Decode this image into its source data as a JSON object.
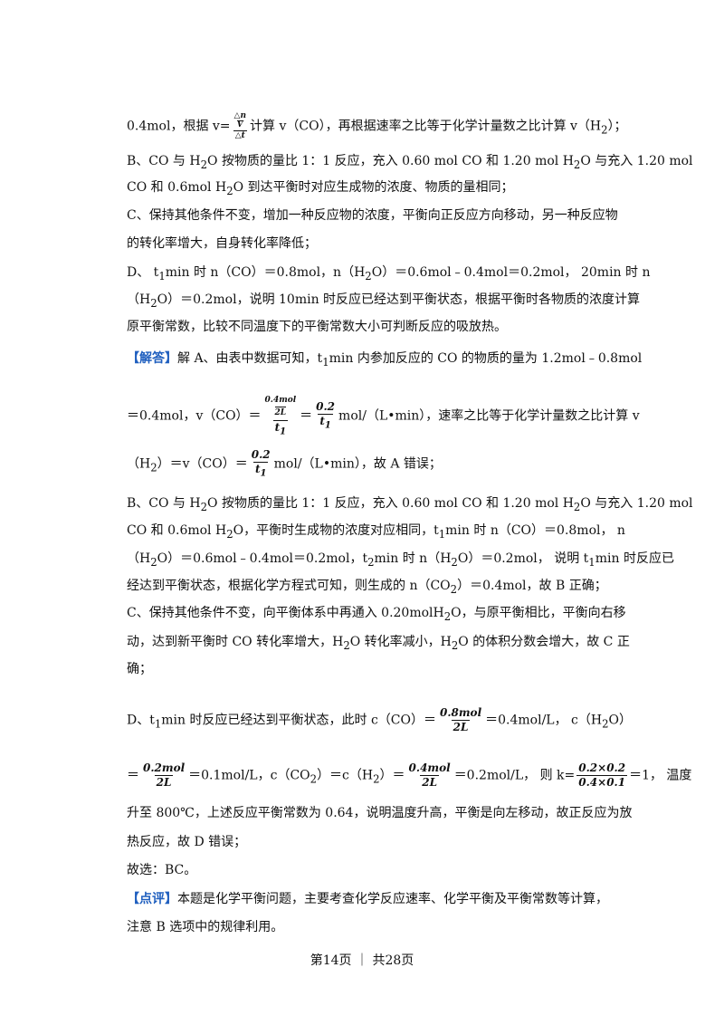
{
  "analysis": {
    "l1": {
      "a": "0.4mol，根据 v=",
      "f_num_top": "△n",
      "f_num_bot": "V",
      "f_den": "△t",
      "b": "计算 v（CO），再根据速率之比等于化学计量数之比计算 v（H",
      "sub": "2",
      "c": "）；"
    },
    "l2": {
      "a": "B、CO 与 H",
      "s1": "2",
      "b": "O 按物质的量比 1：1 反应，充入 0.60 mol CO 和 1.20 mol H",
      "s2": "2",
      "c": "O 与充入 1.20 mol"
    },
    "l3": {
      "a": "CO 和 0.6mol H",
      "s1": "2",
      "b": "O 到达平衡时对应生成物的浓度、物质的量相同；"
    },
    "l4": "C、保持其他条件不变，增加一种反应物的浓度，平衡向正反应方向移动，另一种反应物",
    "l5": "的转化率增大，自身转化率降低；",
    "l6": {
      "a": "D、 t",
      "s1": "1",
      "b": "min 时 n（CO）＝0.8mol，n（H",
      "s2": "2",
      "c": "O）＝0.6mol﹣0.4mol＝0.2mol， 20min 时 n"
    },
    "l7": {
      "a": "（H",
      "s1": "2",
      "b": "O）＝0.2mol，说明 10min 时反应已经达到平衡状态，根据平衡时各物质的浓度计算"
    },
    "l8": "原平衡常数，比较不同温度下的平衡常数大小可判断反应的吸放热。"
  },
  "answer": {
    "tag": "【解答】",
    "l1": {
      "a": "解 A、由表中数据可知，t",
      "s1": "1",
      "b": "min 内参加反应的 CO 的物质的量为 1.2mol﹣0.8mol"
    },
    "l2": {
      "a": "＝0.4mol，v（CO）＝",
      "f1_num": "0.4mol",
      "f1_num_den": "2L",
      "f1_den": "t",
      "f1_den_sub": "1",
      "eq": "＝",
      "f2_num": "0.2",
      "f2_den": "t",
      "f2_den_sub": "1",
      "b": "mol/（L•min），速率之比等于化学计量数之比计算 v"
    },
    "l3": {
      "a": "（H",
      "s1": "2",
      "b": "）＝v（CO）＝",
      "f_num": "0.2",
      "f_den": "t",
      "f_den_sub": "1",
      "c": "mol/（L•min），故 A 错误；"
    },
    "l4": {
      "a": "B、CO 与 H",
      "s1": "2",
      "b": "O 按物质的量比 1：1 反应，充入 0.60 mol CO 和 1.20 mol H",
      "s2": "2",
      "c": "O 与充入 1.20 mol"
    },
    "l5": {
      "a": "CO 和 0.6mol H",
      "s1": "2",
      "b": "O，平衡时生成物的浓度对应相同，t",
      "s2": "1",
      "c": "min 时 n（CO）＝0.8mol， n"
    },
    "l6": {
      "a": "（H",
      "s1": "2",
      "b": "O）＝0.6mol﹣0.4mol＝0.2mol，t",
      "s2": "2",
      "c": "min 时 n（H",
      "s3": "2",
      "d": "O）＝0.2mol， 说明 t",
      "s4": "1",
      "e": "min 时反应已"
    },
    "l7": {
      "a": "经达到平衡状态，根据化学方程式可知，则生成的 n（CO",
      "s1": "2",
      "b": "）＝0.4mol，故 B 正确；"
    },
    "l8": {
      "a": "C、保持其他条件不变，向平衡体系中再通入 0.20molH",
      "s1": "2",
      "b": "O，与原平衡相比，平衡向右移"
    },
    "l9": {
      "a": "动，达到新平衡时 CO 转化率增大，H",
      "s1": "2",
      "b": "O 转化率减小，H",
      "s2": "2",
      "c": "O 的体积分数会增大，故 C 正"
    },
    "l10": "确；",
    "l11": {
      "a": "D、t",
      "s1": "1",
      "b": "min 时反应已经达到平衡状态，此时 c（CO）＝",
      "f_num": "0.8mol",
      "f_den": "2L",
      "c": "＝0.4mol/L， c（H",
      "s2": "2",
      "d": "O）"
    },
    "l12": {
      "a": "＝",
      "f1_num": "0.2mol",
      "f1_den": "2L",
      "b": "＝0.1mol/L，c（CO",
      "s1": "2",
      "c": "）＝c（H",
      "s2": "2",
      "d": "）＝",
      "f2_num": "0.4mol",
      "f2_den": "2L",
      "e": "＝0.2mol/L， 则 k=",
      "k_num": "0.2×0.2",
      "k_den": "0.4×0.1",
      "f": "＝1， 温度"
    },
    "l13": "升至 800℃，上述反应平衡常数为 0.64，说明温度升高，平衡是向左移动，故正反应为放",
    "l14": "热反应，故 D 错误；",
    "l15": "故选：BC。"
  },
  "comment": {
    "tag": "【点评】",
    "l1": "本题是化学平衡问题，主要考查化学反应速率、化学平衡及平衡常数等计算，",
    "l2": "注意 B 选项中的规律利用。"
  },
  "footer": {
    "page": "第14页 ｜ 共28页"
  },
  "colors": {
    "tag": "#1f5fbf",
    "text": "#111111"
  }
}
